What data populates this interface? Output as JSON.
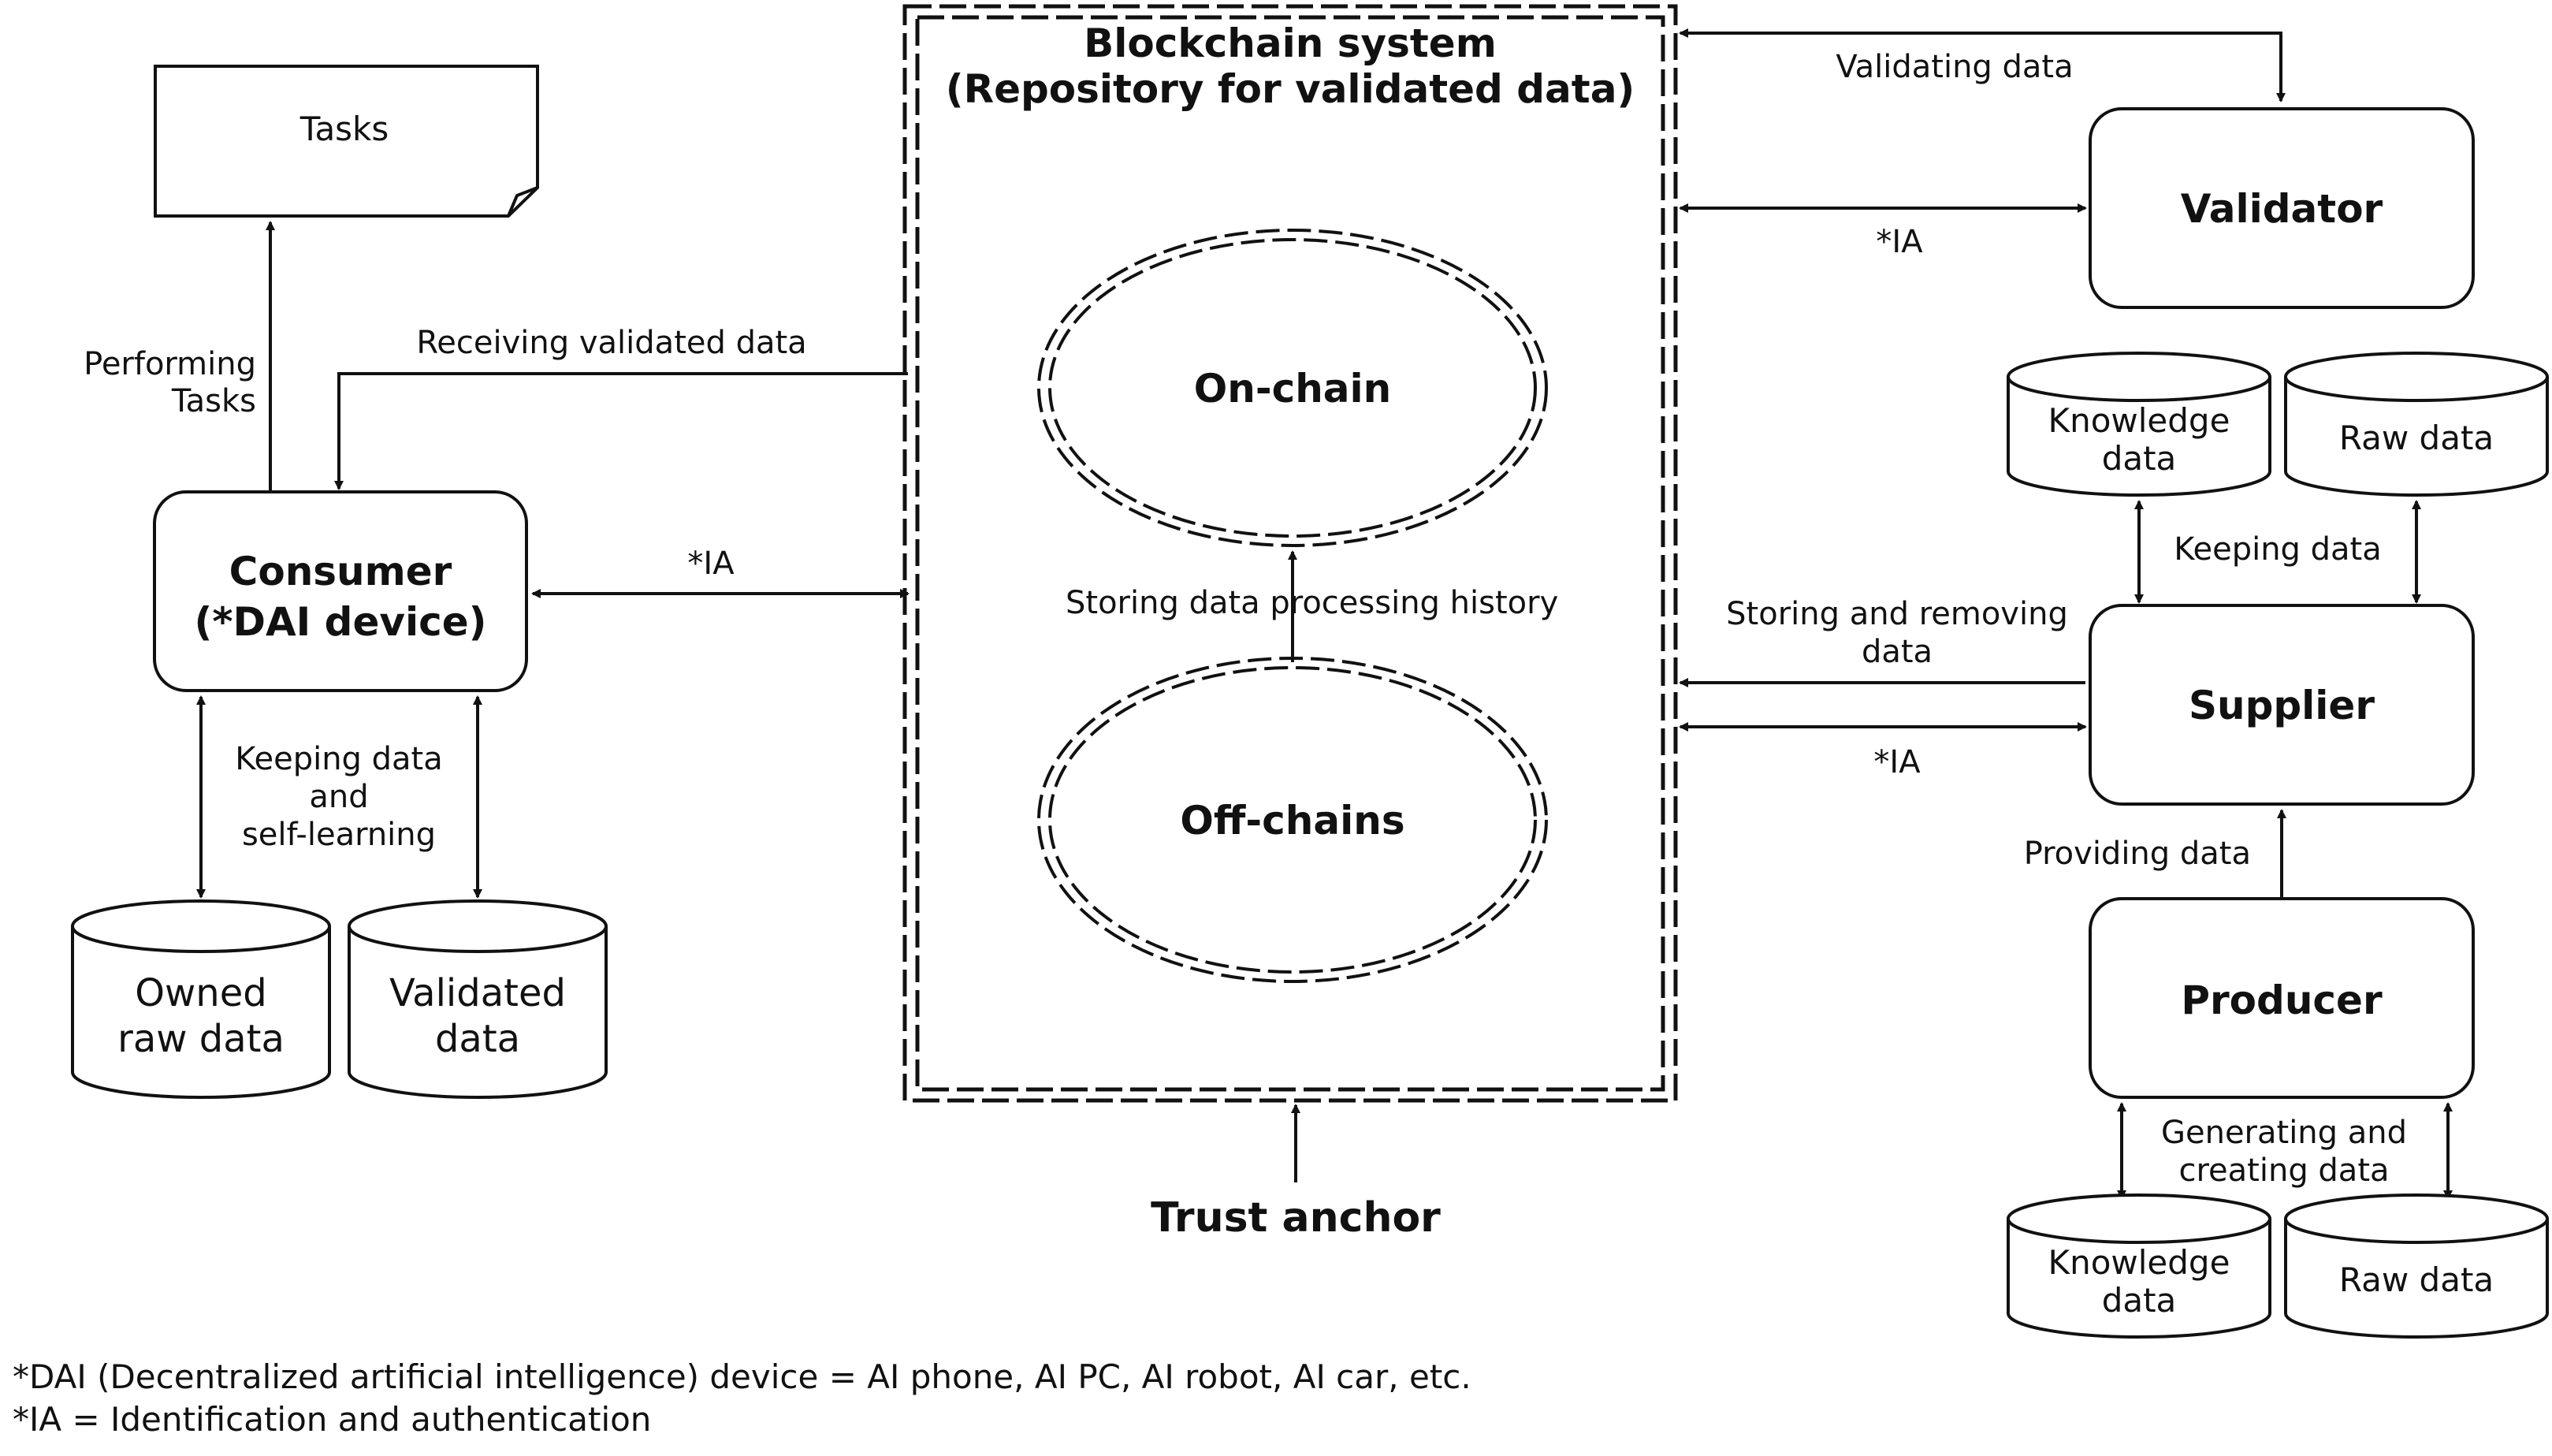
{
  "blockchain": {
    "title_line1": "Blockchain system",
    "title_line2": "(Repository for validated data)",
    "on_chain": "On-chain",
    "off_chains": "Off-chains",
    "storing_history": "Storing data processing history"
  },
  "tasks": {
    "label": "Tasks"
  },
  "performing_tasks": {
    "line1": "Performing",
    "line2": "Tasks"
  },
  "receiving_validated": "Receiving validated data",
  "consumer": {
    "line1": "Consumer",
    "line2": "(*DAI device)"
  },
  "ia_label": "*IA",
  "consumer_keeping": {
    "line1": "Keeping data",
    "line2": "and",
    "line3": "self-learning"
  },
  "owned_raw": {
    "line1": "Owned",
    "line2": "raw data"
  },
  "validated_data": {
    "line1": "Validated",
    "line2": "data"
  },
  "trust_anchor": "Trust anchor",
  "validating_data": "Validating data",
  "validator": "Validator",
  "knowledge_data": {
    "line1": "Knowledge",
    "line2": "data"
  },
  "raw_data": "Raw data",
  "keeping_data": "Keeping data",
  "storing_removing": {
    "line1": "Storing and removing",
    "line2": "data"
  },
  "supplier": "Supplier",
  "providing_data": "Providing data",
  "producer": "Producer",
  "generating": {
    "line1": "Generating and",
    "line2": "creating data"
  },
  "footnotes": {
    "dai": "*DAI (Decentralized artificial intelligence) device = AI phone, AI PC, AI robot, AI car, etc.",
    "ia": "*IA = Identification and authentication"
  }
}
